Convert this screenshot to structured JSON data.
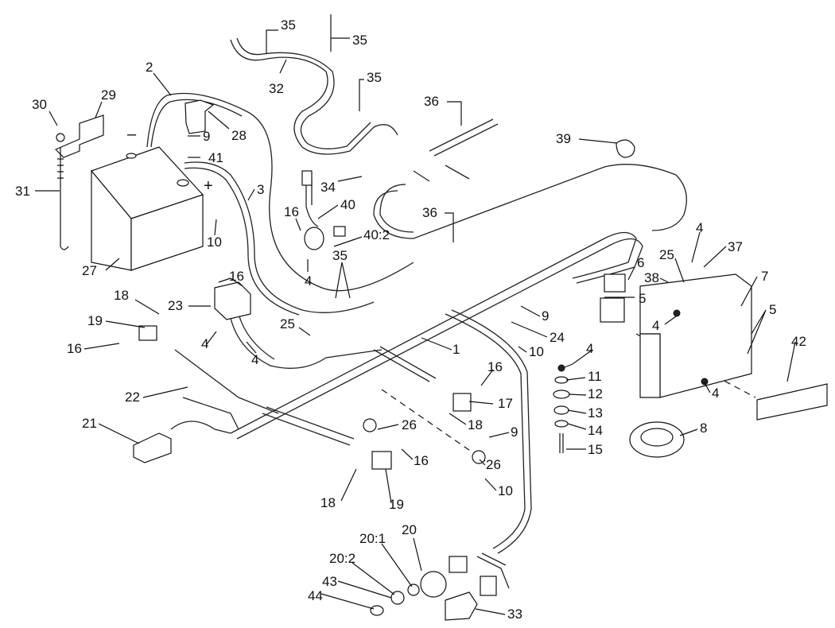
{
  "battery_signs": {
    "negative": "–",
    "positive": "+"
  },
  "callouts": [
    {
      "id": "c35a",
      "text": "35"
    },
    {
      "id": "c35b",
      "text": "35"
    },
    {
      "id": "c32",
      "text": "32"
    },
    {
      "id": "c35c",
      "text": "35"
    },
    {
      "id": "c2",
      "text": "2"
    },
    {
      "id": "c36a",
      "text": "36"
    },
    {
      "id": "c29",
      "text": "29"
    },
    {
      "id": "c30",
      "text": "30"
    },
    {
      "id": "c28",
      "text": "28"
    },
    {
      "id": "c9a",
      "text": "9"
    },
    {
      "id": "c39",
      "text": "39"
    },
    {
      "id": "c41",
      "text": "41"
    },
    {
      "id": "c31",
      "text": "31"
    },
    {
      "id": "c34",
      "text": "34"
    },
    {
      "id": "c3",
      "text": "3"
    },
    {
      "id": "c16a",
      "text": "16"
    },
    {
      "id": "c40",
      "text": "40"
    },
    {
      "id": "c36b",
      "text": "36"
    },
    {
      "id": "c10a",
      "text": "10"
    },
    {
      "id": "c4a",
      "text": "4"
    },
    {
      "id": "c402",
      "text": "40:2"
    },
    {
      "id": "c37",
      "text": "37"
    },
    {
      "id": "c35d",
      "text": "35"
    },
    {
      "id": "c25a",
      "text": "25"
    },
    {
      "id": "c27",
      "text": "27"
    },
    {
      "id": "c4b",
      "text": "4"
    },
    {
      "id": "c6",
      "text": "6"
    },
    {
      "id": "c7",
      "text": "7"
    },
    {
      "id": "c16b",
      "text": "16"
    },
    {
      "id": "c38",
      "text": "38"
    },
    {
      "id": "c18a",
      "text": "18"
    },
    {
      "id": "c23",
      "text": "23"
    },
    {
      "id": "c5a",
      "text": "5"
    },
    {
      "id": "c5b",
      "text": "5"
    },
    {
      "id": "c19a",
      "text": "19"
    },
    {
      "id": "c9b",
      "text": "9"
    },
    {
      "id": "c4c",
      "text": "4"
    },
    {
      "id": "c25b",
      "text": "25"
    },
    {
      "id": "c24",
      "text": "24"
    },
    {
      "id": "c4d",
      "text": "4"
    },
    {
      "id": "c16c",
      "text": "16"
    },
    {
      "id": "c4e",
      "text": "4"
    },
    {
      "id": "c42",
      "text": "42"
    },
    {
      "id": "c1",
      "text": "1"
    },
    {
      "id": "c10b",
      "text": "10"
    },
    {
      "id": "c4f",
      "text": "4"
    },
    {
      "id": "c16d",
      "text": "16"
    },
    {
      "id": "c11",
      "text": "11"
    },
    {
      "id": "c22",
      "text": "22"
    },
    {
      "id": "c12",
      "text": "12"
    },
    {
      "id": "c4g",
      "text": "4"
    },
    {
      "id": "c17",
      "text": "17"
    },
    {
      "id": "c13",
      "text": "13"
    },
    {
      "id": "c21",
      "text": "21"
    },
    {
      "id": "c26a",
      "text": "26"
    },
    {
      "id": "c18b",
      "text": "18"
    },
    {
      "id": "c8",
      "text": "8"
    },
    {
      "id": "c14",
      "text": "14"
    },
    {
      "id": "c9c",
      "text": "9"
    },
    {
      "id": "c15",
      "text": "15"
    },
    {
      "id": "c16e",
      "text": "16"
    },
    {
      "id": "c26b",
      "text": "26"
    },
    {
      "id": "c18c",
      "text": "18"
    },
    {
      "id": "c19b",
      "text": "19"
    },
    {
      "id": "c10c",
      "text": "10"
    },
    {
      "id": "c20",
      "text": "20"
    },
    {
      "id": "c201",
      "text": "20:1"
    },
    {
      "id": "c202",
      "text": "20:2"
    },
    {
      "id": "c43",
      "text": "43"
    },
    {
      "id": "c44",
      "text": "44"
    },
    {
      "id": "c33",
      "text": "33"
    }
  ]
}
